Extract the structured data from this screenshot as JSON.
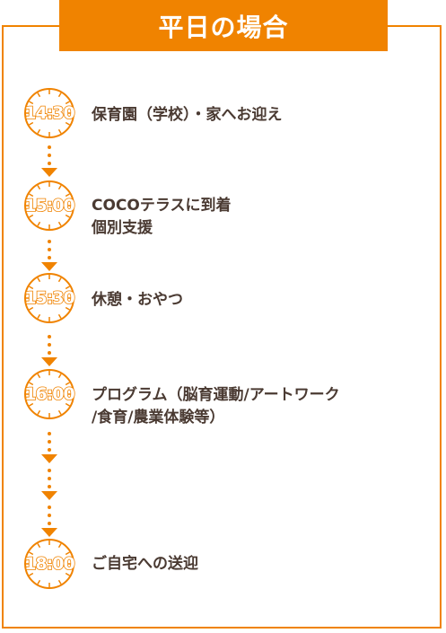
{
  "title": "平日の場合",
  "accent_color": "#f08300",
  "text_color": "#4a3a32",
  "steps": [
    {
      "time": "14:30",
      "icon": "clock-icon",
      "lines": [
        "保育園（学校）・家へお迎え"
      ]
    },
    {
      "time": "15:00",
      "icon": "clock-icon",
      "lines": [
        "COCOテラスに到着",
        "個別支援"
      ]
    },
    {
      "time": "15:30",
      "icon": "clock-icon",
      "lines": [
        "休憩・おやつ"
      ]
    },
    {
      "time": "16:00",
      "icon": "clock-icon",
      "lines": [
        "プログラム（脳育運動/アートワーク",
        "/食育/農業体験等）"
      ]
    },
    {
      "time": "18:00",
      "icon": "clock-icon",
      "lines": [
        "ご自宅への送迎"
      ]
    }
  ]
}
